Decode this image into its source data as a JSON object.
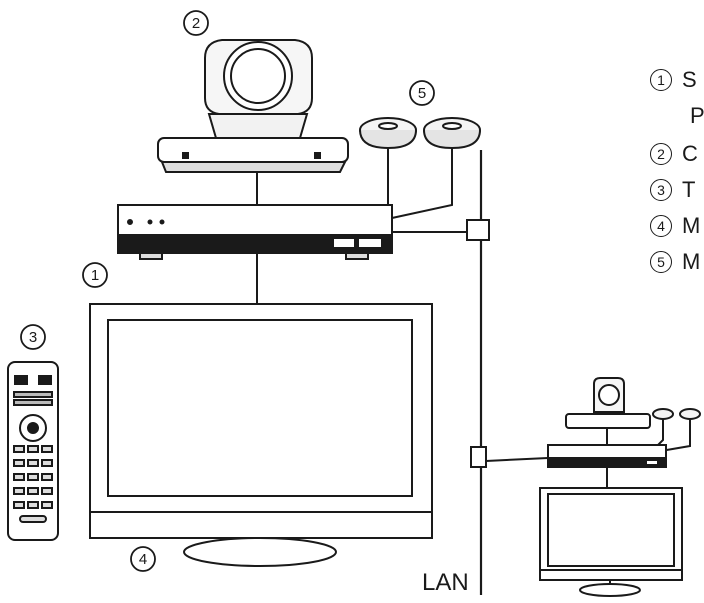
{
  "callouts": {
    "one": "1",
    "two": "2",
    "three": "3",
    "four": "4",
    "five": "5"
  },
  "network_label": "LAN",
  "legend": [
    {
      "num": "1",
      "text": "S"
    },
    {
      "num": "",
      "text": "P"
    },
    {
      "num": "2",
      "text": "C"
    },
    {
      "num": "3",
      "text": "T"
    },
    {
      "num": "4",
      "text": "M"
    },
    {
      "num": "5",
      "text": "M"
    }
  ]
}
